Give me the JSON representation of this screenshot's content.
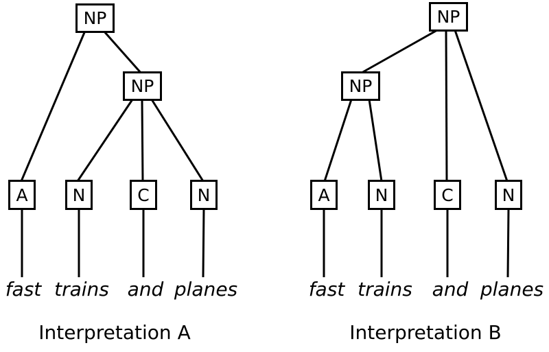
{
  "colors": {
    "ink": "#000000",
    "background": "#ffffff"
  },
  "trees": {
    "a": {
      "caption": "Interpretation A",
      "root_label": "NP",
      "inner_label": "NP",
      "pos_labels": [
        "A",
        "N",
        "C",
        "N"
      ],
      "words": [
        "fast",
        "trains",
        "and",
        "planes"
      ]
    },
    "b": {
      "caption": "Interpretation B",
      "root_label": "NP",
      "inner_label": "NP",
      "pos_labels": [
        "A",
        "N",
        "C",
        "N"
      ],
      "words": [
        "fast",
        "trains",
        "and",
        "planes"
      ]
    }
  }
}
